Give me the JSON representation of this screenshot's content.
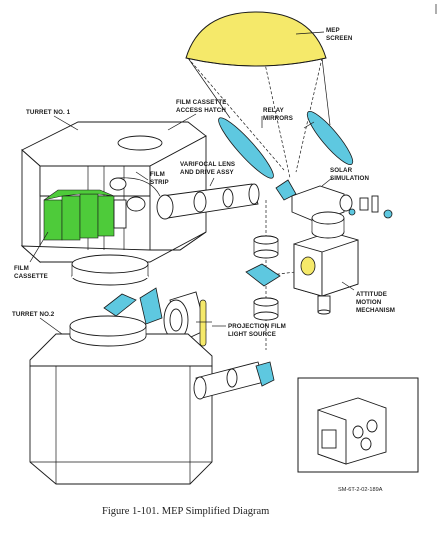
{
  "labels": {
    "mep_screen": "MEP\nSCREEN",
    "turret1": "TURRET NO. 1",
    "film_cassette_access_hatch": "FILM CASSETTE\nACCESS HATCH",
    "relay_mirrors": "RELAY\nMIRRORS",
    "film_strip": "FILM\nSTRIP",
    "varifocal": "VARIFOCAL LENS\nAND DRIVE ASSY",
    "solar_simulation": "SOLAR\nSIMULATION",
    "film_cassette": "FILM\nCASSETTE",
    "attitude_motion": "ATTITUDE\nMOTION\nMECHANISM",
    "turret2": "TURRET NO.2",
    "projection_film": "PROJECTION FILM\nLIGHT SOURCE"
  },
  "doc_id": "SM-6T-2-02-189A",
  "caption": "Figure 1-101.   MEP Simplified Diagram",
  "colors": {
    "screen": "#f5e96a",
    "mirror": "#5ec8e0",
    "cassette": "#4ecb3a",
    "ink": "#1a1a1a"
  }
}
